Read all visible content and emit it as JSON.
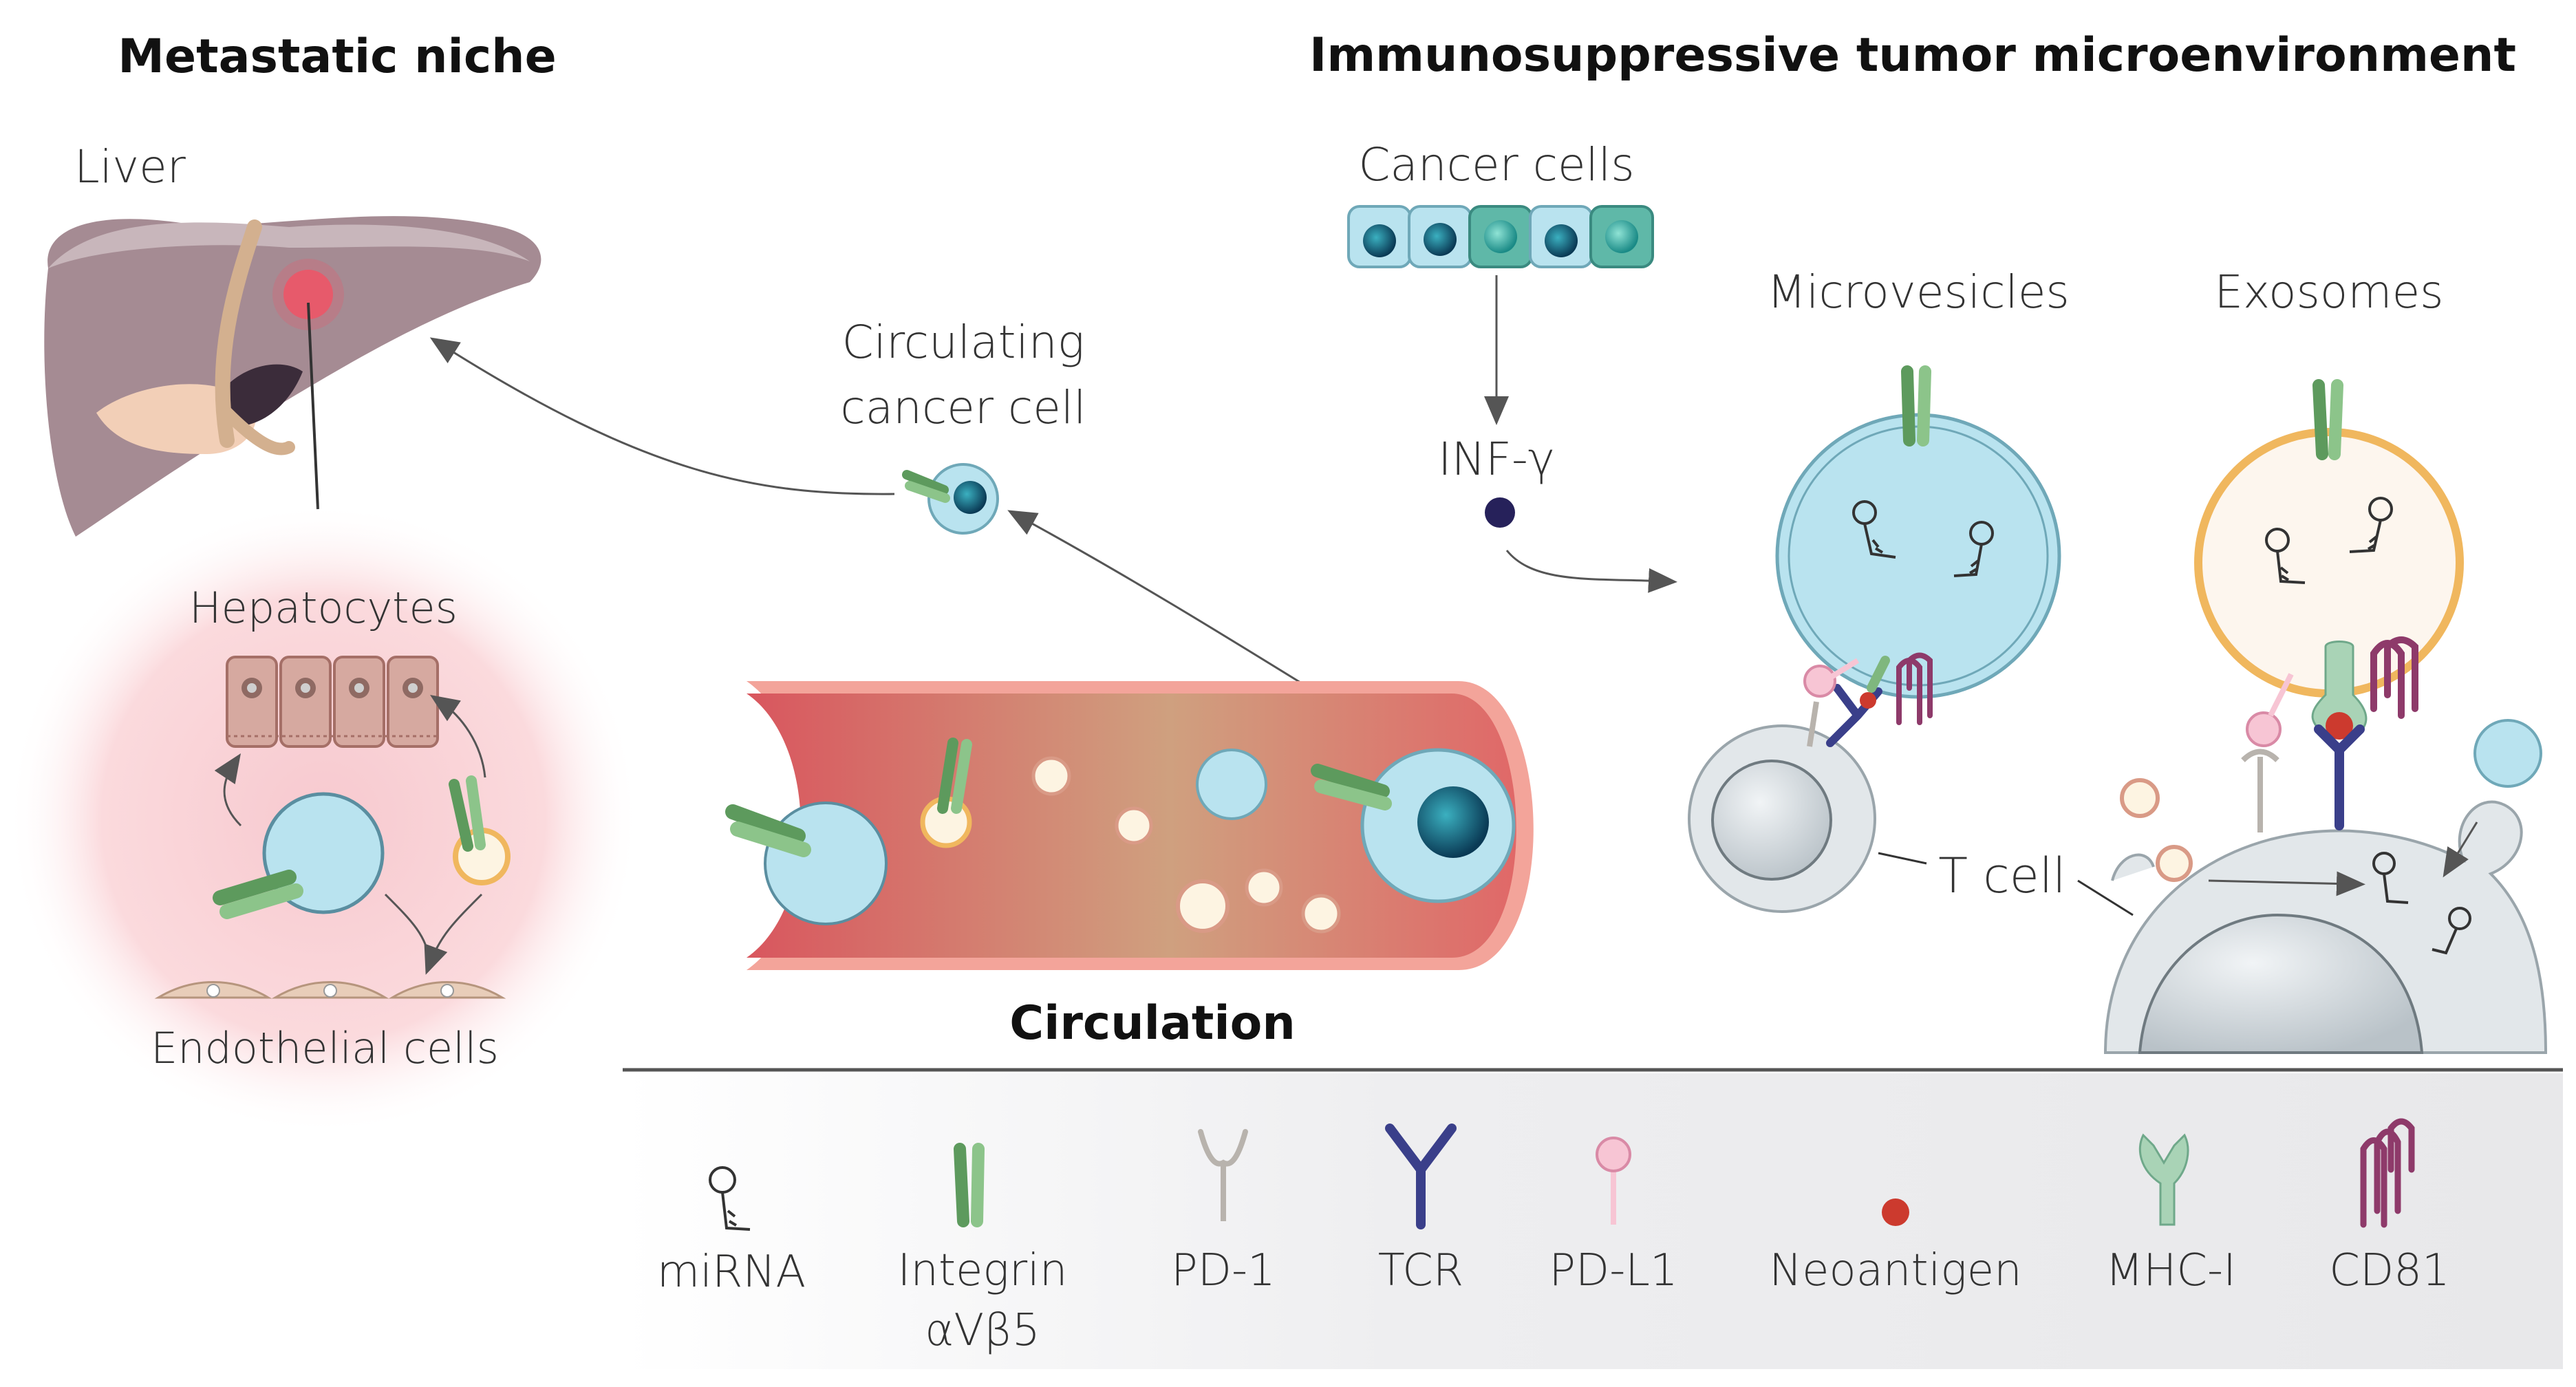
{
  "headings": {
    "metastatic_niche": "Metastatic niche",
    "tumor_microenvironment": "Immunosuppressive tumor microenvironment",
    "circulation": "Circulation"
  },
  "labels": {
    "liver": "Liver",
    "hepatocytes": "Hepatocytes",
    "endothelial_cells": "Endothelial cells",
    "circulating_cancer_cell_line1": "Circulating",
    "circulating_cancer_cell_line2": "cancer cell",
    "cancer_cells": "Cancer cells",
    "inf_gamma": "INF-γ",
    "microvesicles": "Microvesicles",
    "exosomes": "Exosomes",
    "t_cell": "T cell"
  },
  "legend": {
    "mirna": "miRNA",
    "integrin_line1": "Integrin",
    "integrin_line2": "αVβ5",
    "pd1": "PD-1",
    "tcr": "TCR",
    "pdl1": "PD-L1",
    "neoantigen": "Neoantigen",
    "mhc1": "MHC-I",
    "cd81": "CD81"
  },
  "colors": {
    "vesicle_blue": "#b9e3ef",
    "integrin_green": "#7fb77e",
    "vessel_red": "#e06c6c",
    "exosome_orange": "#f0b75e",
    "cd81_purple": "#8e3a6a",
    "tcr_navy": "#3a3f8a",
    "neoantigen_red": "#cc3a2e",
    "liver_mauve": "#a38a93"
  }
}
